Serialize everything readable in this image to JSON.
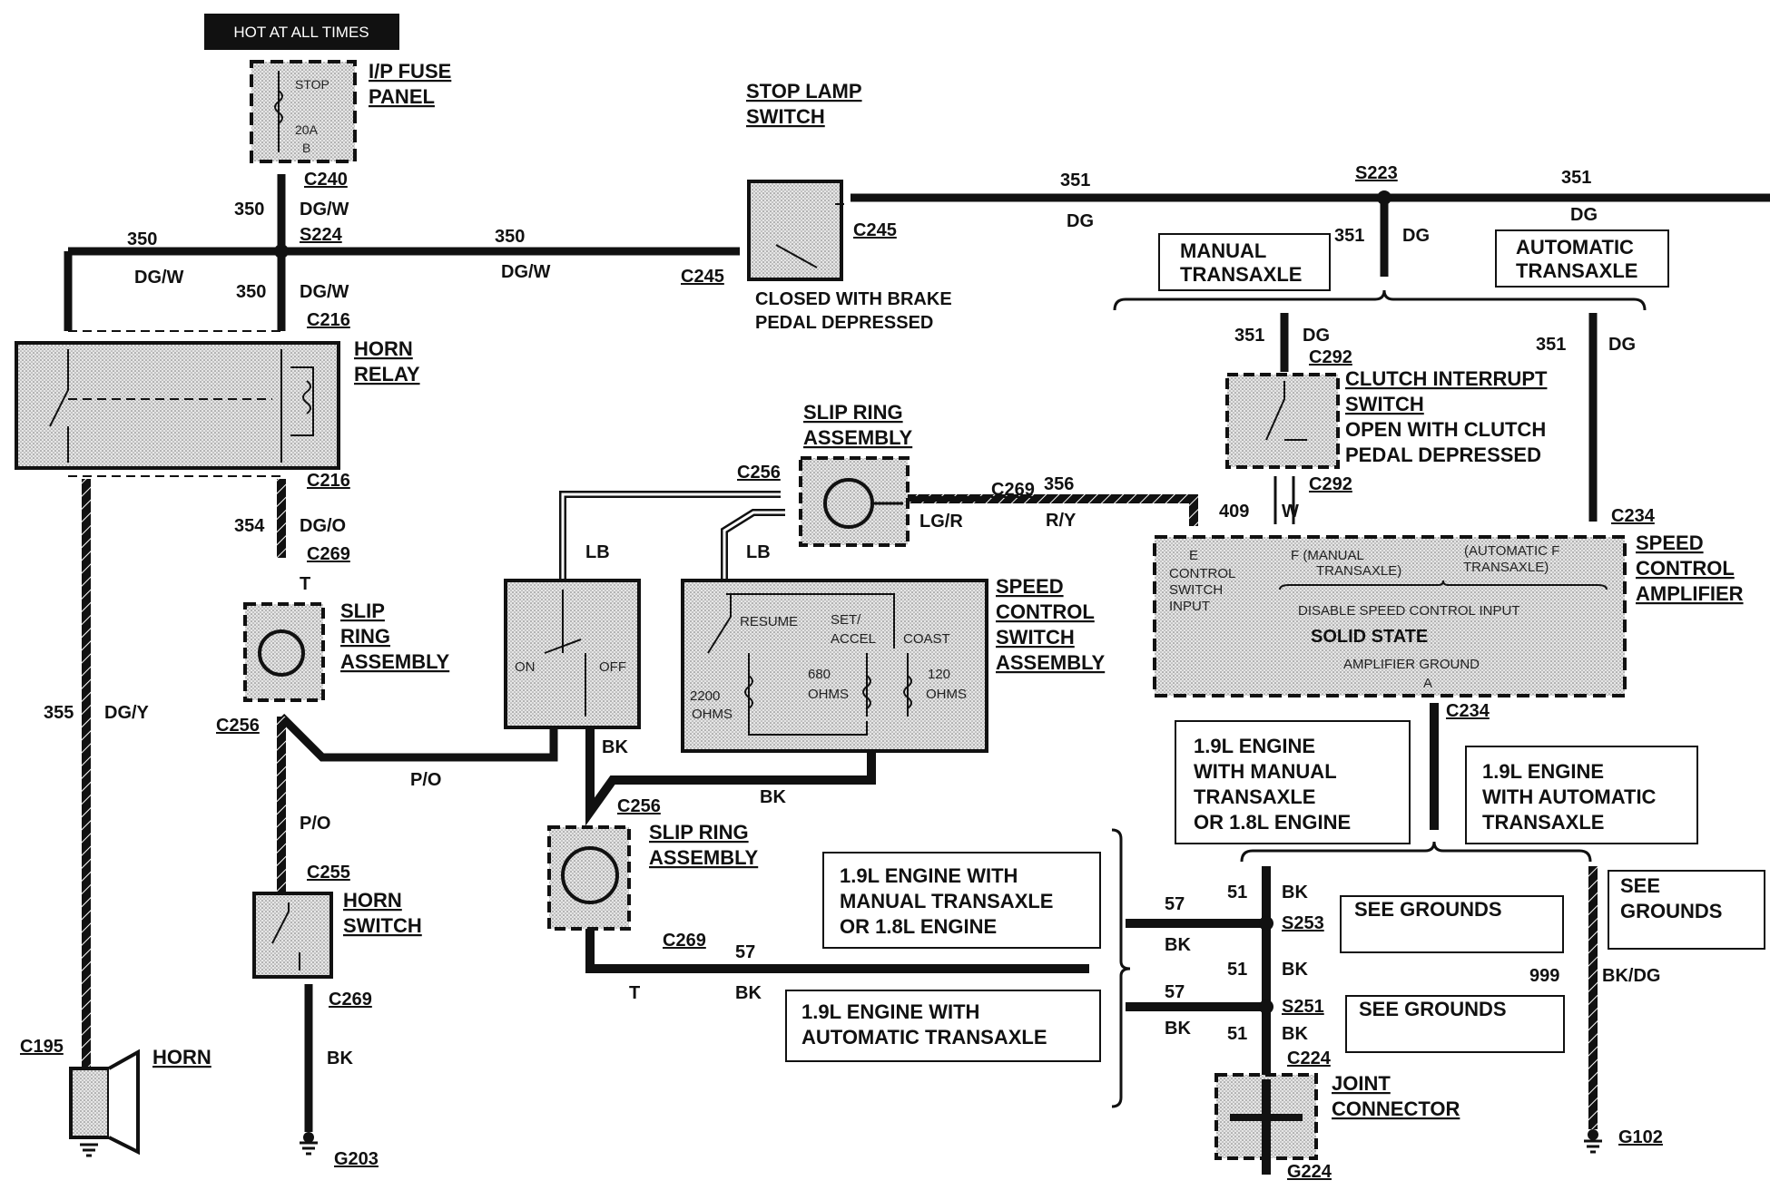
{
  "header": {
    "hot_label": "HOT AT ALL TIMES"
  },
  "fuse_panel": {
    "title1": "I/P FUSE",
    "title2": "PANEL",
    "inner1": "STOP",
    "inner2": "20A",
    "inner3": "B"
  },
  "stop_lamp_switch": {
    "title1": "STOP LAMP",
    "title2": "SWITCH",
    "note1": "CLOSED WITH BRAKE",
    "note2": "PEDAL DEPRESSED"
  },
  "horn_relay": {
    "title1": "HORN",
    "title2": "RELAY"
  },
  "slip_ring_left": {
    "title1": "SLIP",
    "title2": "RING",
    "title3": "ASSEMBLY"
  },
  "slip_ring_top": {
    "title1": "SLIP RING",
    "title2": "ASSEMBLY"
  },
  "slip_ring_mid": {
    "title1": "SLIP RING",
    "title2": "ASSEMBLY"
  },
  "horn_switch": {
    "title1": "HORN",
    "title2": "SWITCH"
  },
  "horn": {
    "title": "HORN"
  },
  "speed_control_switch": {
    "title1": "SPEED",
    "title2": "CONTROL",
    "title3": "SWITCH",
    "title4": "ASSEMBLY",
    "resume": "RESUME",
    "set": "SET/",
    "accel": "ACCEL",
    "coast": "COAST",
    "r1": "2200",
    "r1u": "OHMS",
    "r2": "680",
    "r2u": "OHMS",
    "r3": "120",
    "r3u": "OHMS",
    "on": "ON",
    "off": "OFF"
  },
  "clutch_switch": {
    "title1": "CLUTCH INTERRUPT",
    "title2": "SWITCH",
    "note1": "OPEN WITH CLUTCH",
    "note2": "PEDAL DEPRESSED"
  },
  "amplifier": {
    "title1": "SPEED",
    "title2": "CONTROL",
    "title3": "AMPLIFIER",
    "e1": "E",
    "e2": "CONTROL",
    "e3": "SWITCH",
    "e4": "INPUT",
    "f1": "F (MANUAL",
    "f2": "TRANSAXLE)",
    "f3": "(AUTOMATIC F",
    "f4": "TRANSAXLE)",
    "disable": "DISABLE SPEED CONTROL INPUT",
    "solid": "SOLID STATE",
    "ground": "AMPLIFIER GROUND",
    "a": "A"
  },
  "boxes": {
    "manual": [
      "MANUAL",
      "TRANSAXLE"
    ],
    "automatic": [
      "AUTOMATIC",
      "TRANSAXLE"
    ],
    "eng_manual_top": [
      "1.9L ENGINE",
      "WITH MANUAL",
      "TRANSAXLE",
      "OR 1.8L ENGINE"
    ],
    "eng_auto_top": [
      "1.9L ENGINE",
      "WITH AUTOMATIC",
      "TRANSAXLE"
    ],
    "eng_manual_left": [
      "1.9L ENGINE WITH",
      "MANUAL TRANSAXLE",
      "OR 1.8L ENGINE"
    ],
    "eng_auto_left": [
      "1.9L ENGINE WITH",
      "AUTOMATIC TRANSAXLE"
    ],
    "see_grounds_1": "SEE GROUNDS",
    "see_grounds_2": "SEE GROUNDS",
    "see_grounds_3": [
      "SEE",
      "GROUNDS"
    ]
  },
  "joint_connector": {
    "title1": "JOINT",
    "title2": "CONNECTOR"
  },
  "connectors": {
    "c240": "C240",
    "s224": "S224",
    "c216a": "C216",
    "c216b": "C216",
    "c245a": "C245",
    "c245b": "C245",
    "s223": "S223",
    "c269a": "C269",
    "c256a": "C256",
    "c256b": "C256",
    "c269b": "C269",
    "c292a": "C292",
    "c292b": "C292",
    "c234a": "C234",
    "c234b": "C234",
    "c256c": "C256",
    "c255": "C255",
    "c269c": "C269",
    "c269d": "C269",
    "c195": "C195",
    "g203": "G203",
    "s253": "S253",
    "s251": "S251",
    "c224": "C224",
    "g224": "G224",
    "g102": "G102"
  },
  "wires": {
    "w350a": "350",
    "dgw1": "DG/W",
    "w350b": "350",
    "dgw2": "DG/W",
    "w350c": "350",
    "dgw3": "DG/W",
    "w350d": "350",
    "dgw4": "DG/W",
    "w351a": "351",
    "dg1": "DG",
    "w351b": "351",
    "dg2": "DG",
    "w351c": "351",
    "dg3": "DG",
    "w351d": "351",
    "dg4": "DG",
    "w351e": "351",
    "dg5": "DG",
    "w354": "354",
    "dgo": "DG/O",
    "t1": "T",
    "w355": "355",
    "dgy": "DG/Y",
    "lb1": "LB",
    "lb2": "LB",
    "lgr": "LG/R",
    "w356": "356",
    "ry": "R/Y",
    "w409": "409",
    "w": "W",
    "po1": "P/O",
    "po2": "P/O",
    "bk1": "BK",
    "bk2": "BK",
    "bk3": "BK",
    "w57a": "57",
    "bk4": "BK",
    "t2": "T",
    "w57b": "57",
    "bk5": "BK",
    "w51a": "51",
    "bk6": "BK",
    "w51b": "51",
    "bk7": "BK",
    "w57c": "57",
    "bk8": "BK",
    "w51c": "51",
    "bk9": "BK",
    "w999": "999",
    "bkdg": "BK/DG"
  }
}
